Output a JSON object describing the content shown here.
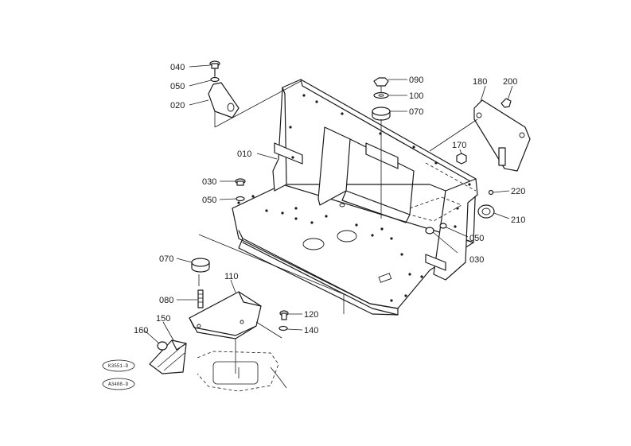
{
  "diagram": {
    "callouts": {
      "c040": "040",
      "c050a": "050",
      "c020": "020",
      "c090": "090",
      "c100": "100",
      "c070a": "070",
      "c180": "180",
      "c200": "200",
      "c010": "010",
      "c170": "170",
      "c030a": "030",
      "c050b": "050",
      "c220": "220",
      "c210": "210",
      "c050c": "050",
      "c030b": "030",
      "c070b": "070",
      "c110": "110",
      "c080": "080",
      "c120": "120",
      "c150": "150",
      "c140": "140",
      "c160": "160"
    },
    "stamps": {
      "stamp1": "K3551-D",
      "stamp2": "A3408-D"
    }
  },
  "colors": {
    "ink": "#1a1a1a",
    "paper": "#ffffff"
  }
}
